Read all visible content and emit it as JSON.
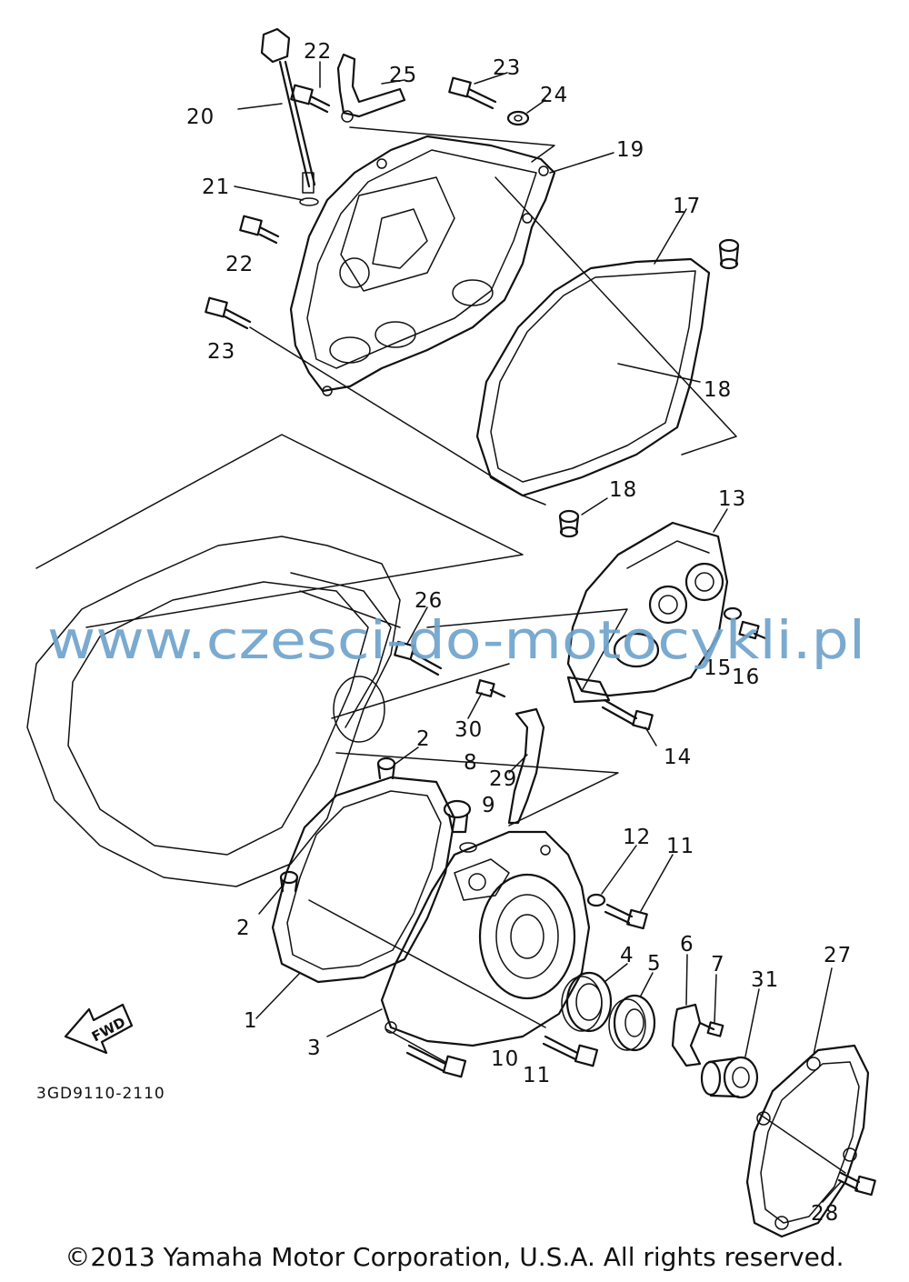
{
  "callouts": [
    {
      "label": "1"
    },
    {
      "label": "2"
    },
    {
      "label": "2"
    },
    {
      "label": "3"
    },
    {
      "label": "4"
    },
    {
      "label": "5"
    },
    {
      "label": "6"
    },
    {
      "label": "7"
    },
    {
      "label": "8"
    },
    {
      "label": "9"
    },
    {
      "label": "10"
    },
    {
      "label": "11"
    },
    {
      "label": "11"
    },
    {
      "label": "12"
    },
    {
      "label": "13"
    },
    {
      "label": "14"
    },
    {
      "label": "15"
    },
    {
      "label": "16"
    },
    {
      "label": "17"
    },
    {
      "label": "18"
    },
    {
      "label": "18"
    },
    {
      "label": "19"
    },
    {
      "label": "20"
    },
    {
      "label": "21"
    },
    {
      "label": "22"
    },
    {
      "label": "22"
    },
    {
      "label": "23"
    },
    {
      "label": "23"
    },
    {
      "label": "24"
    },
    {
      "label": "25"
    },
    {
      "label": "26"
    },
    {
      "label": "27"
    },
    {
      "label": "28"
    },
    {
      "label": "29"
    },
    {
      "label": "30"
    },
    {
      "label": "31"
    }
  ],
  "fwd_label": "FWD",
  "part_code": "3GD9110-2110",
  "watermark": "www.czesci-do-motocykli.pl",
  "copyright": "©2013 Yamaha Motor Corporation, U.S.A. All rights reserved."
}
